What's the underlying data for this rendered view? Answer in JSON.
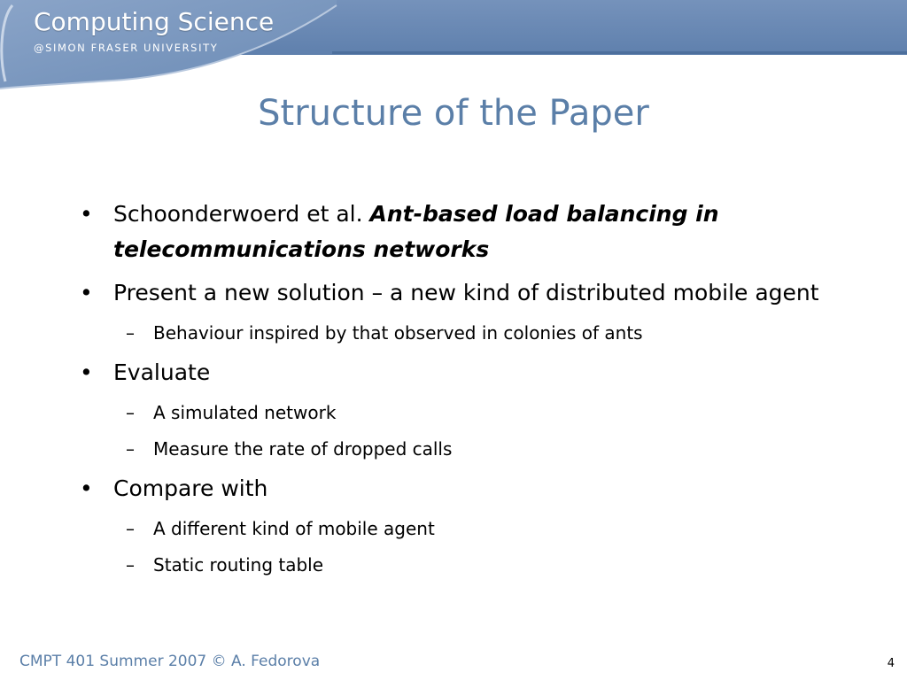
{
  "header": {
    "logo_title": "Computing Science",
    "logo_subtitle": "@SIMON FRASER UNIVERSITY",
    "banner_color": "#6b8bb5"
  },
  "slide": {
    "title": "Structure of the Paper",
    "title_color": "#5b7fa8",
    "bullets": [
      {
        "marker": "•",
        "text_plain": "Schoonderwoerd et al. ",
        "text_italic": "Ant-based load balancing in telecommunications networks"
      },
      {
        "marker": "•",
        "text": "Present a new solution – a new kind of distributed mobile agent",
        "subs": [
          {
            "marker": "–",
            "text": "Behaviour inspired by that observed in colonies of ants"
          }
        ]
      },
      {
        "marker": "•",
        "text": "Evaluate",
        "subs": [
          {
            "marker": "–",
            "text": "A simulated network"
          },
          {
            "marker": "–",
            "text": "Measure the rate of dropped calls"
          }
        ]
      },
      {
        "marker": "•",
        "text": "Compare with",
        "subs": [
          {
            "marker": "–",
            "text": "A different kind of mobile agent"
          },
          {
            "marker": "–",
            "text": "Static routing table"
          }
        ]
      }
    ]
  },
  "footer": {
    "left": "CMPT 401 Summer 2007  © A. Fedorova",
    "page_number": "4"
  }
}
